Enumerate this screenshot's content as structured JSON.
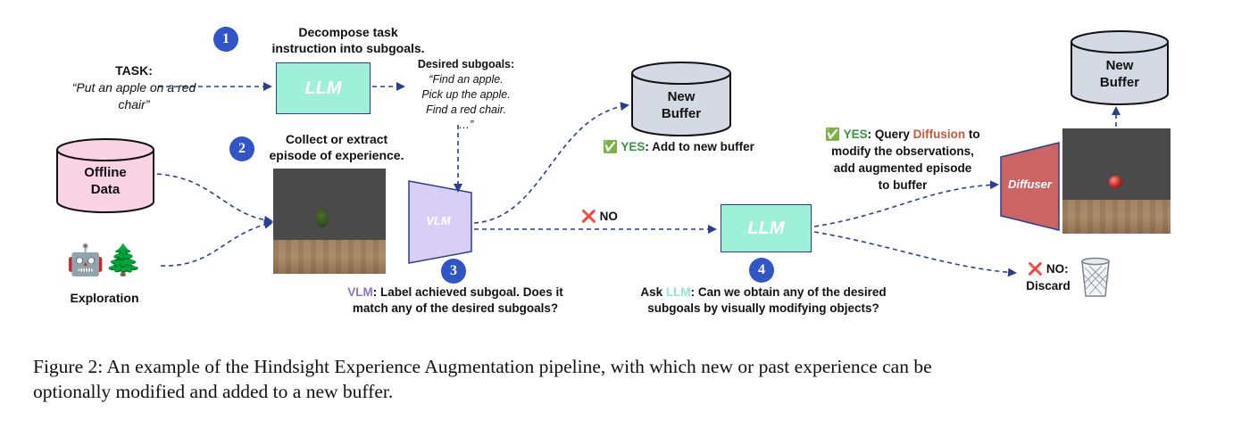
{
  "task": {
    "label": "TASK:",
    "text_line1": "“Put an apple on a red",
    "text_line2": "chair”"
  },
  "step1": {
    "number": "1",
    "line1": "Decompose task",
    "line2": "instruction into subgoals."
  },
  "llm_top": {
    "label": "LLM"
  },
  "subgoals": {
    "title": "Desired subgoals:",
    "lines": [
      "“Find an apple.",
      "Pick up the apple.",
      "Find a red chair.",
      "…”"
    ]
  },
  "new_buffer_1": {
    "line1": "New",
    "line2": "Buffer"
  },
  "yes1": {
    "mark": "✅",
    "yes": "YES",
    "rest": ": Add to new buffer"
  },
  "step2": {
    "number": "2",
    "line1": "Collect or extract",
    "line2": "episode of experience."
  },
  "offline_data": {
    "line1": "Offline",
    "line2": "Data"
  },
  "exploration": {
    "icons": "🤖🌲",
    "label": "Exploration"
  },
  "vlm": {
    "label": "VLM"
  },
  "step3": {
    "number": "3",
    "vlm_word": "VLM",
    "line1_rest": ": Label achieved subgoal. Does it",
    "line2": "match  any of the desired subgoals?"
  },
  "no1": {
    "mark": "❌",
    "text": "NO"
  },
  "llm_mid": {
    "label": "LLM"
  },
  "step4": {
    "number": "4",
    "ask": "Ask ",
    "llm_word": "LLM",
    "line1_rest": ": Can we obtain any of the desired",
    "line2": "subgoals by visually modifying objects?"
  },
  "yes2": {
    "mark": "✅",
    "yes": "YES",
    "rest1": ": Query ",
    "diffusion": "Diffusion",
    "rest2": " to",
    "line2": "modify the observations,",
    "line3": "add augmented episode",
    "line4": "to buffer"
  },
  "diffuser": {
    "label": "Diffuser"
  },
  "new_buffer_2": {
    "line1": "New",
    "line2": "Buffer"
  },
  "no2": {
    "mark": "❌",
    "no": "NO:",
    "line2": "Discard"
  },
  "caption": {
    "line1": "Figure 2:  An example of the Hindsight Experience Augmentation pipeline, with which new or past experience can be",
    "line2": "optionally modified and added to a new buffer."
  },
  "colors": {
    "llm": "#9ef0d8",
    "vlm": "#d9cef6",
    "offline": "#f9d3e3",
    "buffer": "#d5d9e3",
    "diffuser": "#cc6464",
    "arrow": "#2a3f8f",
    "step": "#2f55c7"
  }
}
